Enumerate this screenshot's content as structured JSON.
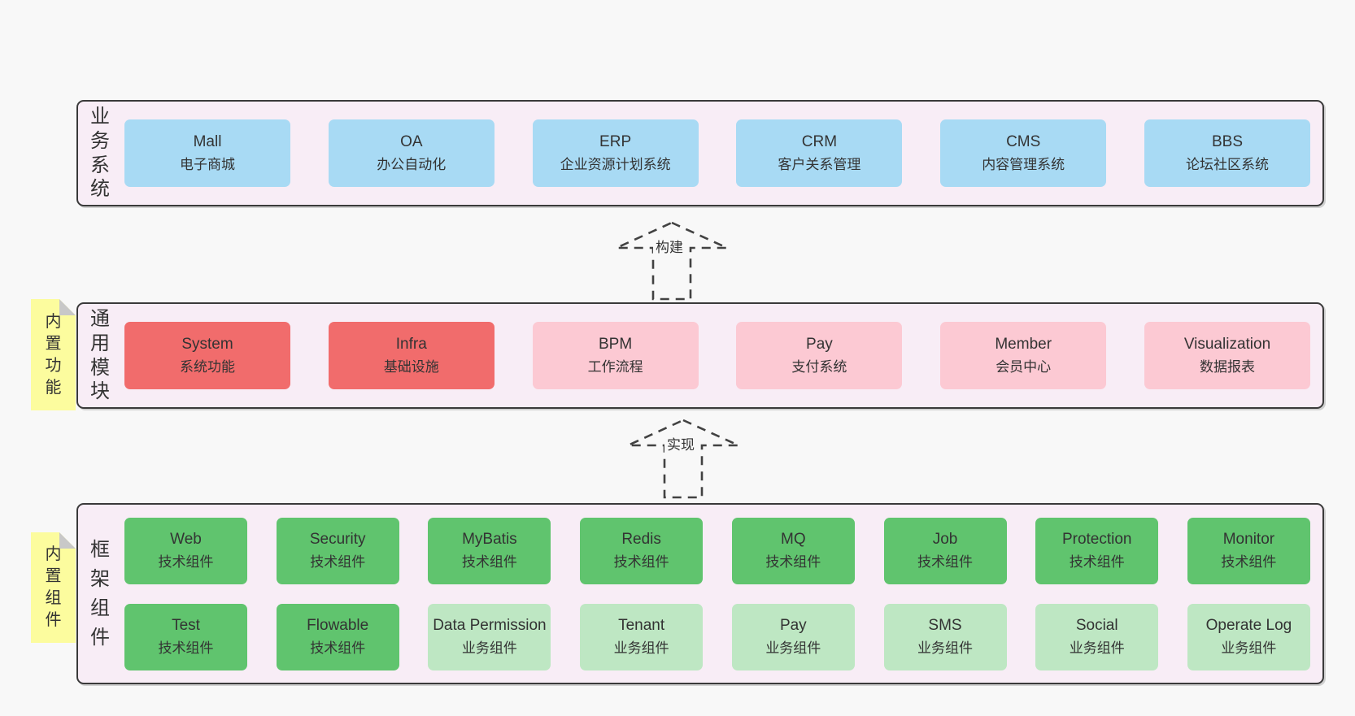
{
  "colors": {
    "background": "#f8f8f8",
    "container_fill": "#f8edf6",
    "container_border": "#3a3a3a",
    "blue": "#a8daf4",
    "red": "#f16c6c",
    "pink": "#fcc9d3",
    "green": "#60c46e",
    "light_green": "#bee7c3",
    "sticky_yellow": "#fcfc9e",
    "sticky_fold": "#c8c8c8",
    "text": "#333333"
  },
  "layers": {
    "business": {
      "label": "业务系统",
      "boxes": [
        {
          "en": "Mall",
          "zh": "电子商城"
        },
        {
          "en": "OA",
          "zh": "办公自动化"
        },
        {
          "en": "ERP",
          "zh": "企业资源计划系统"
        },
        {
          "en": "CRM",
          "zh": "客户关系管理"
        },
        {
          "en": "CMS",
          "zh": "内容管理系统"
        },
        {
          "en": "BBS",
          "zh": "论坛社区系统"
        }
      ]
    },
    "modules": {
      "label": "通用模块",
      "sticky": "内置功能",
      "boxes": [
        {
          "en": "System",
          "zh": "系统功能"
        },
        {
          "en": "Infra",
          "zh": "基础设施"
        },
        {
          "en": "BPM",
          "zh": "工作流程"
        },
        {
          "en": "Pay",
          "zh": "支付系统"
        },
        {
          "en": "Member",
          "zh": "会员中心"
        },
        {
          "en": "Visualization",
          "zh": "数据报表"
        }
      ]
    },
    "components": {
      "label": "框架组件",
      "sticky": "内置组件",
      "row1": [
        {
          "en": "Web",
          "zh": "技术组件"
        },
        {
          "en": "Security",
          "zh": "技术组件"
        },
        {
          "en": "MyBatis",
          "zh": "技术组件"
        },
        {
          "en": "Redis",
          "zh": "技术组件"
        },
        {
          "en": "MQ",
          "zh": "技术组件"
        },
        {
          "en": "Job",
          "zh": "技术组件"
        },
        {
          "en": "Protection",
          "zh": "技术组件"
        },
        {
          "en": "Monitor",
          "zh": "技术组件"
        }
      ],
      "row2": [
        {
          "en": "Test",
          "zh": "技术组件"
        },
        {
          "en": "Flowable",
          "zh": "技术组件"
        },
        {
          "en": "Data Permission",
          "zh": "业务组件"
        },
        {
          "en": "Tenant",
          "zh": "业务组件"
        },
        {
          "en": "Pay",
          "zh": "业务组件"
        },
        {
          "en": "SMS",
          "zh": "业务组件"
        },
        {
          "en": "Social",
          "zh": "业务组件"
        },
        {
          "en": "Operate Log",
          "zh": "业务组件"
        }
      ]
    }
  },
  "arrows": [
    {
      "label": "构建"
    },
    {
      "label": "实现"
    }
  ]
}
